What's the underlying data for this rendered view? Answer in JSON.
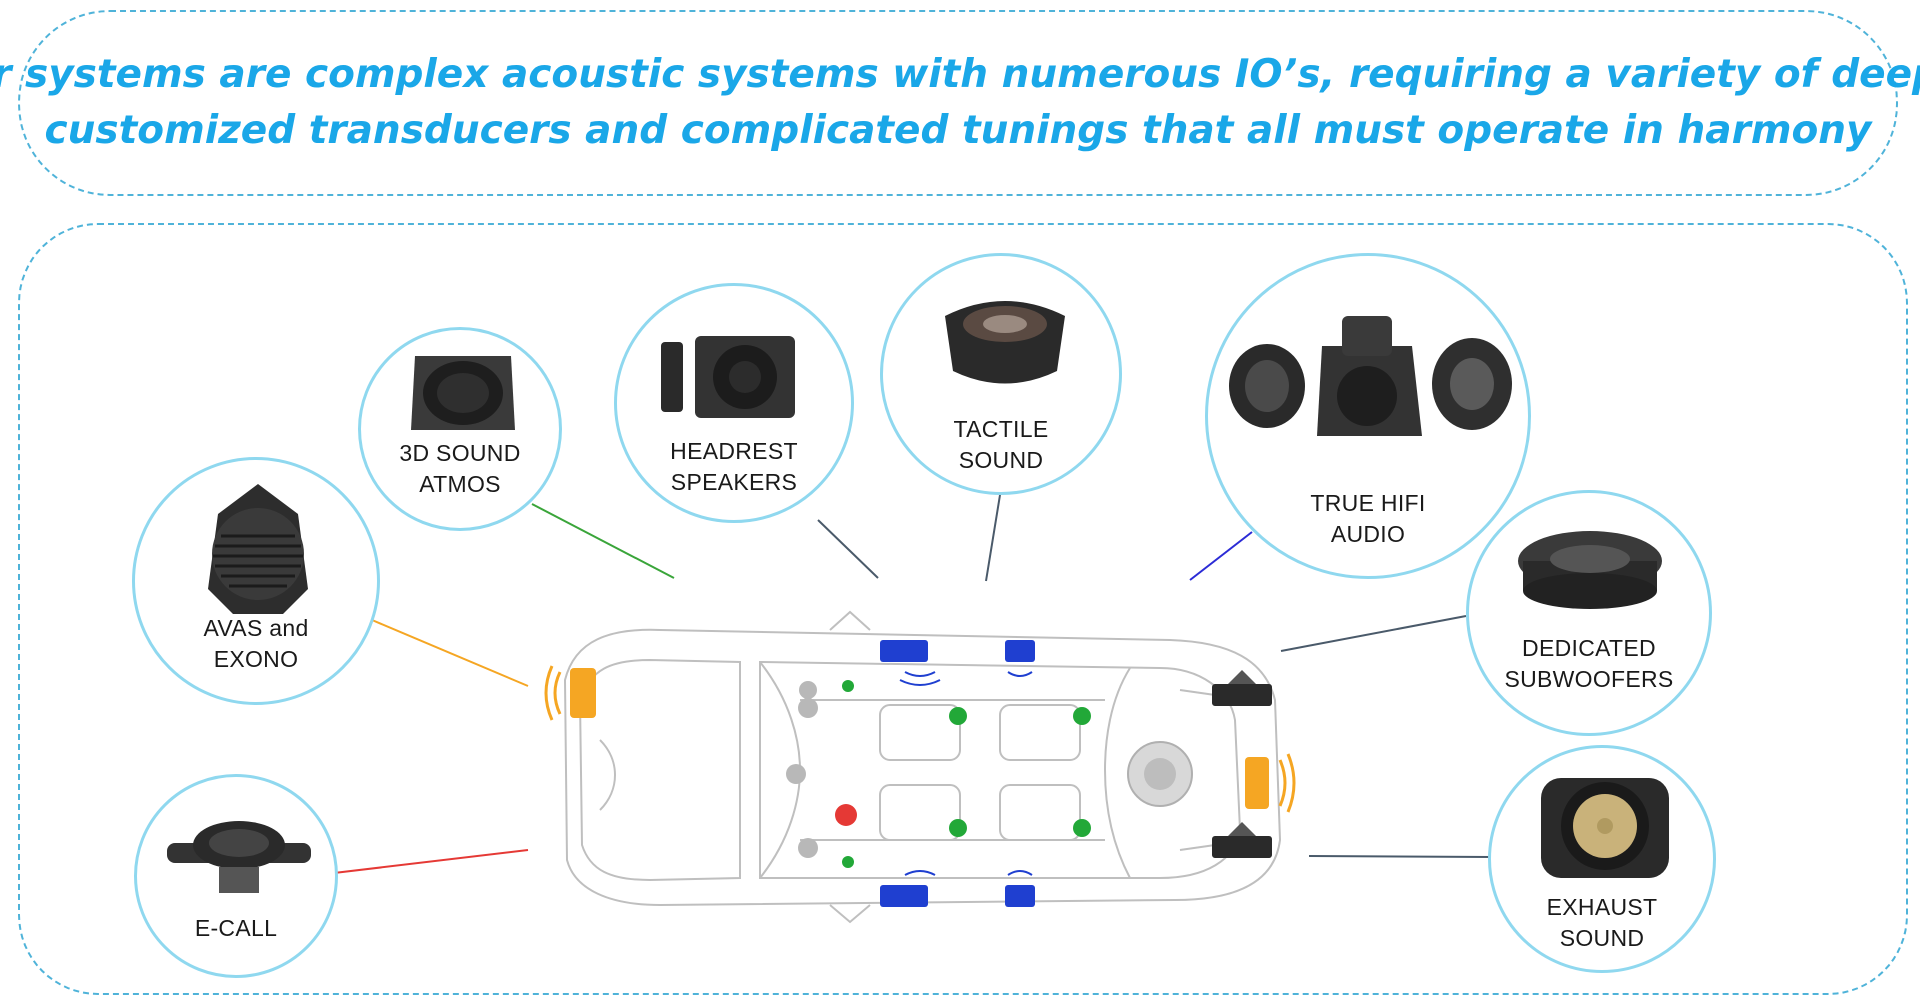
{
  "headline": {
    "line1": "Car systems are complex acoustic systems with numerous IO’s, requiring a variety of deeply",
    "line2": "customized transducers and complicated tunings that all must operate in harmony"
  },
  "callouts": {
    "avas": {
      "line1": "AVAS and",
      "line2": "EXONO",
      "line_color": "#f5a623"
    },
    "atmos": {
      "line1": "3D SOUND",
      "line2": "ATMOS",
      "line_color": "#3aa53a"
    },
    "headrest": {
      "line1": "HEADREST",
      "line2": "SPEAKERS",
      "line_color": "#4a5a6a"
    },
    "tactile": {
      "line1": "TACTILE",
      "line2": "SOUND",
      "line_color": "#4a5a6a"
    },
    "hifi": {
      "line1": "TRUE HIFI",
      "line2": "AUDIO",
      "line_color": "#2b2bd6"
    },
    "subwoofers": {
      "line1": "DEDICATED",
      "line2": "SUBWOOFERS",
      "line_color": "#4a5a6a"
    },
    "ecall": {
      "line1": "E-CALL",
      "line_color": "#e53935"
    },
    "exhaust": {
      "line1": "EXHAUST",
      "line2": "SOUND",
      "line_color": "#4a5a6a"
    }
  },
  "colors": {
    "accent_text": "#1aa7e8",
    "frame_dash": "#4fb3d9",
    "callout_ring": "#8fd8ef",
    "speaker_orange": "#f5a623",
    "speaker_blue": "#1f3fd0",
    "speaker_green": "#22a838",
    "speaker_red": "#e53935",
    "speaker_dark": "#2a2a2a"
  }
}
